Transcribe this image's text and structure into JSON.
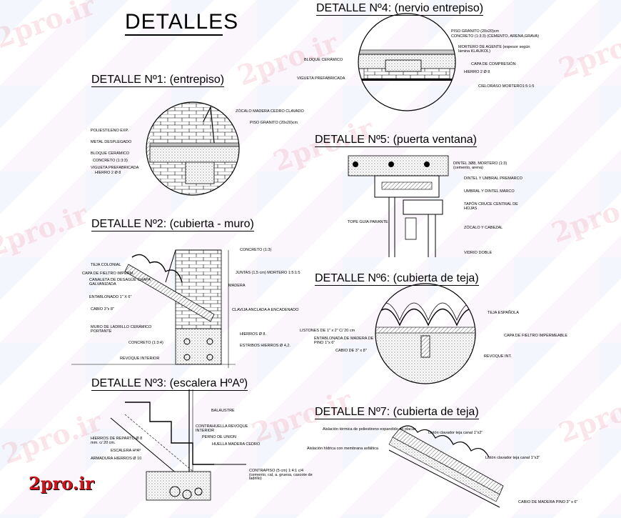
{
  "title": "DETALLES",
  "watermark": "2pro.ir",
  "logo": "2pro.ir",
  "details": {
    "d1": {
      "title": "DETALLE Nº1: (entrepiso)",
      "labels": [
        "ZÓCALO MADERA CEDRO CLAVADO",
        "PISO GRANITO (20x20)cm",
        "POLIESTILENO EXP.",
        "METAL DESPLEGADO",
        "BLOQUE CERÁMICO",
        "CONCRETO (1:3:3)",
        "VIGUETA PREFABRICADA",
        "HIERRO 2 Ø 8"
      ]
    },
    "d2": {
      "title": "DETALLE Nº2: (cubierta - muro)",
      "labels": [
        "CONCRETO (1:3)",
        "TEJA COLONIAL",
        "CAPA DE FIELTRO IMPERM.",
        "CANALETA DE DESAGÜE CHAPA GALVANIZADA",
        "JUNTAS (1,5 cm) MORTERO 1:5:1:5",
        "MADERA",
        "ENTABLONADO 1\" X 6\"",
        "CABIO 3\"x 8\"",
        "CLAVIJA ANCLADA A ENCADENADO",
        "MURO DE LADRILLO CERÁMICO PORTANTE",
        "HIERROS Ø 8.",
        "CONCRETO (1:3:4)",
        "ESTRIBOS HIERROS Ø 4,2.",
        "REVOQUE INTERIOR"
      ]
    },
    "d3": {
      "title": "DETALLE Nº3: (escalera HºAº)",
      "labels": [
        "BALAUSTRE",
        "CONTRAHUELLA REVOQUE INTERIOR",
        "HIERROS DE REPARTO Ø 8 mm. c/ 20 cm.",
        "PERNO DE UNION",
        "HUELLA MADERA CEDRO",
        "ESCALERA HºAº",
        "ARMADURA HIERROS Ø 10",
        "CONTRAPISO (5 cm) 1:4:1 c/4 (cemento, cal, a. gruesa, cascote de ladrillo)"
      ]
    },
    "d4": {
      "title": "DETALLE Nº4: (nervio entrepiso)",
      "labels": [
        "PISO GRANITO (20x20)cm",
        "CONCRETO (1:3:3) (CEMENTO, ARENA,GRAVA)",
        "MORTERO DE AGENTE (espesor según lámina KLAUKOL)",
        "BLOQUE CERÁMICO",
        "CAPA DE COMPRESIÓN",
        "VIGUETA PREFABRICADA",
        "HIERRO 2 Ø 8",
        "CIELORASO MORTERO1:5:1:5"
      ]
    },
    "d5": {
      "title": "DETALLE Nº5: (puerta ventana)",
      "labels": [
        "DINTEL 3Ø8, MORTERO (1:3) (cemento, arena)",
        "DINTEL Y UMBRAL PREMARCO",
        "UMBRAL Y DINTEL MARCO",
        "TAPÓN CRUCE CENTRAL DE HOJAS",
        "TOPE GUIA PARANTE",
        "ZÓCALO Y CABEZAL",
        "VIDRIO DOBLE"
      ]
    },
    "d6": {
      "title": "DETALLE Nº6: (cubierta de teja)",
      "labels": [
        "TEJA ESPAÑOLA",
        "LISTONES DE 1\" x 2\" C/ 20 cm",
        "CAPA DE FIELTRO IMPERMEABLE",
        "ENTABLONADA DE MADERA DE PINO 1\"x 6\"",
        "CABIO DE 3\" x 8\"",
        "REVOQUE INT."
      ]
    },
    "d7": {
      "title": "DETALLE Nº7: (cubierta de teja)",
      "labels": [
        "Aislación térmica de poliestireno expandido en placas",
        "Listón clavador teja canal 1\"x2\"",
        "Aislación hídrica con membrana asfáltica",
        "Listón clavador teja canal 1\"x3\"",
        "CABIO DE MADERA PINO 3\" x 6\""
      ]
    }
  }
}
